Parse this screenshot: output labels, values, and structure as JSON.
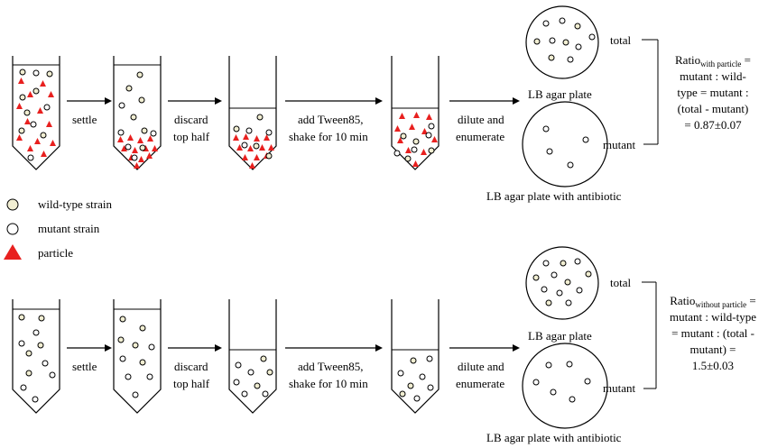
{
  "steps": {
    "settle": "settle",
    "discard_1": "discard",
    "discard_2": "top half",
    "add_1": "add Tween85,",
    "add_2": "shake for 10 min",
    "dilute_1": "dilute and",
    "dilute_2": "enumerate"
  },
  "plates": {
    "lb": "LB agar plate",
    "lb_antibiotic": "LB agar plate with antibiotic",
    "total": "total",
    "mutant": "mutant"
  },
  "legend": {
    "wild_type": "wild-type strain",
    "mutant": "mutant strain",
    "particle": "particle"
  },
  "ratio_with": {
    "prefix": "Ratio",
    "subscript": "with particle",
    "suffix": " =",
    "line2": "mutant : wild-",
    "line3": "type = mutant :",
    "line4": "(total - mutant)",
    "line5": "= 0.87±0.07"
  },
  "ratio_without": {
    "prefix": "Ratio",
    "subscript": "without particle",
    "suffix": " =",
    "line2": "mutant : wild-type",
    "line3": "= mutant : (total -",
    "line4": "mutant) =",
    "line5": "1.5±0.03"
  },
  "colors": {
    "particle": "#e8201f",
    "wild_type_fill": "#f1eed2",
    "mutant_fill": "#ffffff",
    "stroke": "#000000"
  }
}
